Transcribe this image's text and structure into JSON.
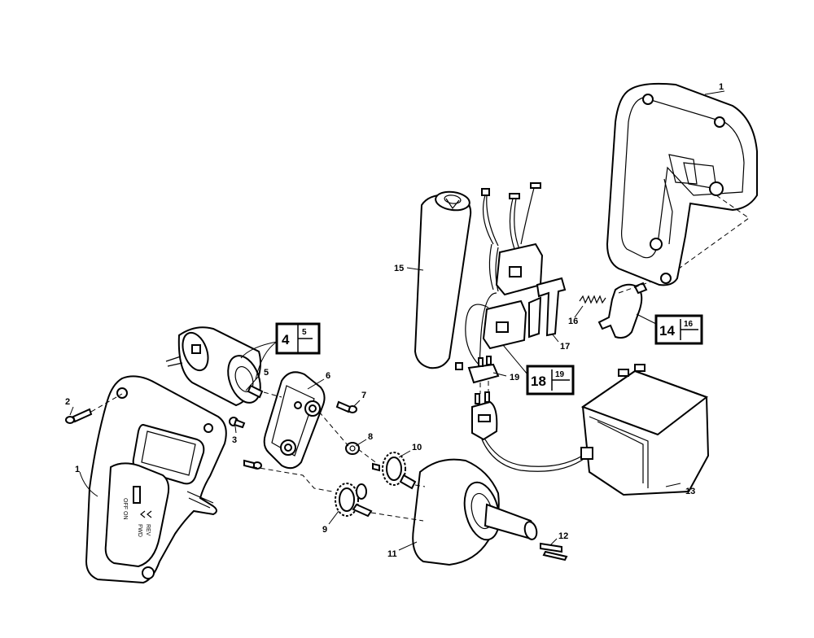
{
  "diagram": {
    "callouts": [
      {
        "id": "c1a",
        "text": "1"
      },
      {
        "id": "c1b",
        "text": "1"
      },
      {
        "id": "c2",
        "text": "2"
      },
      {
        "id": "c3",
        "text": "3"
      },
      {
        "id": "c5",
        "text": "5"
      },
      {
        "id": "c6",
        "text": "6"
      },
      {
        "id": "c7",
        "text": "7"
      },
      {
        "id": "c8",
        "text": "8"
      },
      {
        "id": "c9",
        "text": "9"
      },
      {
        "id": "c10",
        "text": "10"
      },
      {
        "id": "c11",
        "text": "11"
      },
      {
        "id": "c12",
        "text": "12"
      },
      {
        "id": "c13",
        "text": "13"
      },
      {
        "id": "c15",
        "text": "15"
      },
      {
        "id": "c16",
        "text": "16"
      },
      {
        "id": "c17",
        "text": "17"
      },
      {
        "id": "c19",
        "text": "19"
      }
    ],
    "boxed_refs": [
      {
        "id": "b4",
        "main": "4",
        "sub": "5"
      },
      {
        "id": "b14",
        "main": "14",
        "sub": "16"
      },
      {
        "id": "b18",
        "main": "18",
        "sub": "19"
      }
    ],
    "housing_markings": {
      "switch_text_1": "OFF",
      "switch_text_2": "ON",
      "arrow_text_1": "FWD",
      "arrow_text_2": "REV"
    }
  }
}
